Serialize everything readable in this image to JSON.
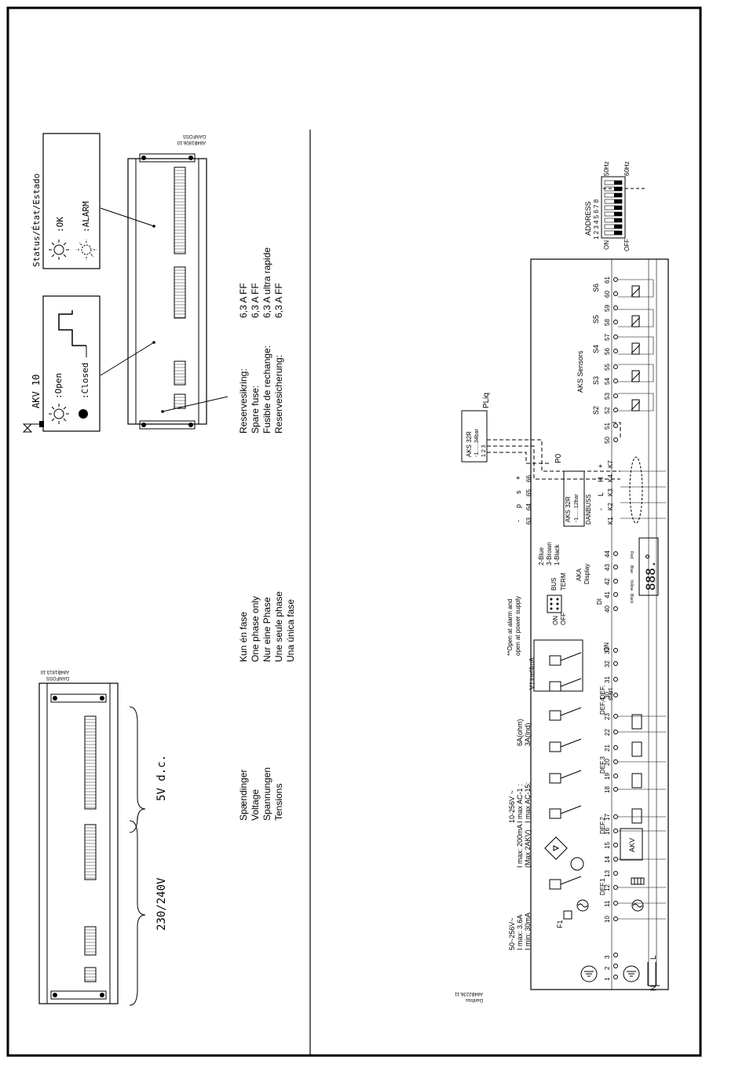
{
  "unit1": {
    "code": "DANFOSS",
    "code2": "A84B1813.10",
    "zone_low": "230/240V",
    "zone_high": "5V  d.c."
  },
  "unit2": {
    "code": "DANFOSS",
    "code2": "A84B1806.10"
  },
  "akv_box": {
    "title": "AKV 10",
    "open": ":Open",
    "closed": ":Closed"
  },
  "status_box": {
    "title": "Status/État/Estado",
    "ok": ":OK",
    "alarm": ":ALARM"
  },
  "voltage_labels": [
    "Spændinger",
    "Voltage",
    "Spannungen",
    "Tensions"
  ],
  "phase_labels": [
    "Kun én fase",
    "One phase only",
    "Nur eine Phase",
    "Une seule phase",
    "Una única fase"
  ],
  "fuse_labels": [
    "Reservesikring:",
    "Spare fuse:",
    "Fusible de rechange:",
    "Reservesicherung:"
  ],
  "fuse_values": [
    "6,3 A FF",
    "6,3 A FF",
    "6,3 A ultra rapide",
    "6,3 A FF"
  ],
  "wiring": {
    "code": "Danfoss",
    "code2": "A84B2236.11",
    "supply": [
      "50~256V~",
      "I max:  3.6A",
      "I min:  30mA"
    ],
    "fuse": "F1",
    "imax": [
      "I max: 200mA",
      "(Max 2AKV)"
    ],
    "relay_spec": [
      "10-256V ~",
      "I max AC-1 :",
      "I max AC-15:"
    ],
    "relay_spec_val": [
      "6A(ohm)",
      "3A(Ind)"
    ],
    "vline": "V.Line/4mA",
    "open_alarm": [
      "**Open at alarm and",
      "open at power supply"
    ],
    "bus": "BUS",
    "term": "TERM",
    "on": "ON",
    "off": "OFF",
    "aka": [
      "AKA",
      "Display"
    ],
    "di": "DI",
    "colors": [
      "2-Blue",
      "3-Brown",
      "1-Black"
    ],
    "press_labels": [
      "-",
      "p",
      "s",
      "+"
    ],
    "press_terms": [
      "63",
      "64",
      "65",
      "66"
    ],
    "aks32r_p0": [
      "AKS 32R",
      "-1......12bar"
    ],
    "p0": "P0",
    "danbuss": "DANBUSS",
    "danbuss_labels": [
      "-",
      "L",
      "H",
      "+"
    ],
    "danbuss_terms": [
      "K1",
      "K2",
      "K3",
      "K4",
      "K7"
    ],
    "aks32r_pliq": [
      "AKS 32R",
      "-1......34bar"
    ],
    "pliq": "PLiq",
    "pin123": "1 2 3",
    "aks_sensors": "AKS Sensors",
    "sensors": [
      "S2",
      "S3",
      "S4",
      "S5",
      "S6"
    ],
    "address": "ADDRESS",
    "address_bits": "1 2 3 4 5 6 7 8",
    "hz50": "50Hz",
    "hz60": "60Hz",
    "addr_on": "ON",
    "addr_off": "OFF",
    "def_labels": [
      "DEF.1",
      "DEF.2",
      "DEF.3",
      "DEF.4"
    ],
    "def_start": [
      "DEF.",
      "start"
    ],
    "on_label": "ON",
    "akv": "AKV",
    "display_colors": [
      "Black",
      "Yellow",
      "Blue",
      "Red"
    ],
    "terminals_left": [
      "1",
      "2",
      "3",
      "10",
      "11",
      "12",
      "13",
      "14",
      "15",
      "16",
      "17",
      "18",
      "19",
      "20",
      "21",
      "22",
      "23",
      "30",
      "31",
      "32",
      "33",
      "40",
      "41",
      "42",
      "43",
      "44"
    ],
    "terminals_right": [
      "50",
      "51",
      "52",
      "53",
      "54",
      "55",
      "56",
      "57",
      "58",
      "59",
      "60",
      "61"
    ],
    "L": "L",
    "N": "N"
  }
}
